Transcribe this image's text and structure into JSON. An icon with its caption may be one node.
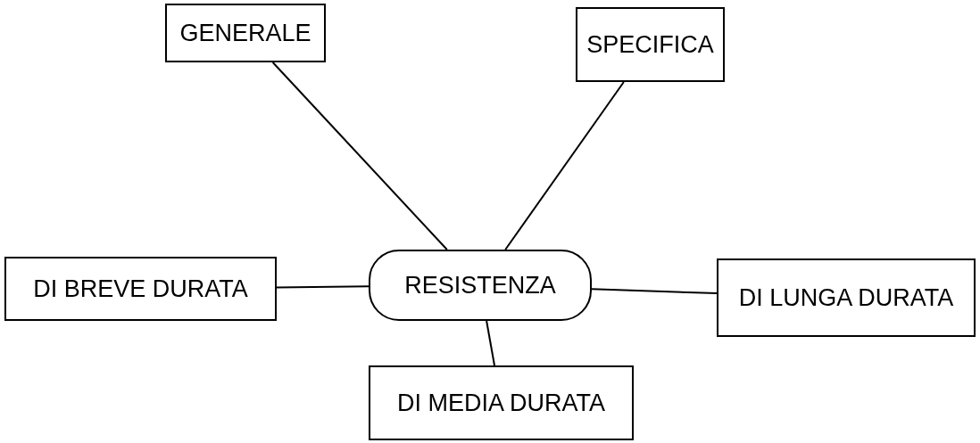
{
  "diagram": {
    "nodes": [
      {
        "text": [
          "GENERALE"
        ]
      },
      {
        "text": [
          "SPECIFICA"
        ]
      },
      {
        "text": [
          "DI BREVE DURATA"
        ]
      },
      {
        "text": [
          "RESISTENZA"
        ]
      },
      {
        "text": [
          "DI LUNGA DURATA"
        ]
      },
      {
        "text": [
          "DI MEDIA DURATA"
        ]
      }
    ],
    "edges": [
      {
        "from": 3,
        "to": 0,
        "arrow": "none"
      },
      {
        "from": 3,
        "to": 1,
        "arrow": "none"
      },
      {
        "from": 3,
        "to": 2,
        "arrow": "none"
      },
      {
        "from": 3,
        "to": 4,
        "arrow": "none"
      },
      {
        "from": 3,
        "to": 5,
        "arrow": "none"
      }
    ]
  }
}
